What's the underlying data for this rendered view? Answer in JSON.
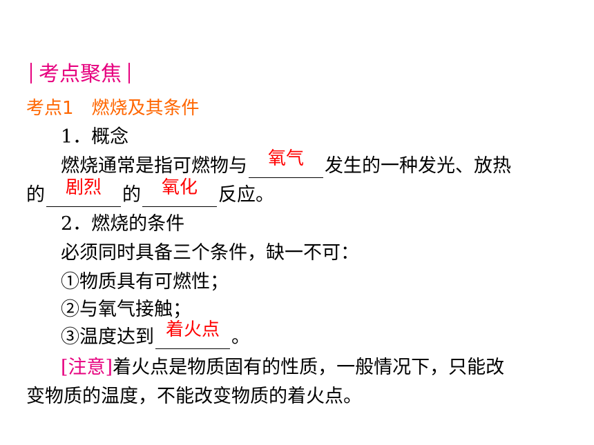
{
  "section_title": "考点聚焦",
  "point_title": "考点1　燃烧及其条件",
  "h1": "1．概念",
  "def_line1": {
    "pre": "燃烧通常是指可燃物与",
    "answer": "氧气",
    "post": "发生的一种发光、放热"
  },
  "def_line2": {
    "pre": "的",
    "answer1": "剧烈",
    "mid": "的",
    "answer2": "氧化",
    "post": "反应。"
  },
  "h2": "2．燃烧的条件",
  "cond_intro": "必须同时具备三个条件，缺一不可：",
  "cond1": "①物质具有可燃性；",
  "cond2": "②与氧气接触；",
  "cond3": {
    "pre": "③温度达到",
    "answer": "着火点",
    "post": "。"
  },
  "note": {
    "label": "[注意]",
    "line1": "着火点是物质固有的性质，一般情况下，只能改",
    "line2": "变物质的温度，不能改变物质的着火点。"
  },
  "colors": {
    "title": "#e6007e",
    "point_title": "#ff6600",
    "answer": "#ff0000"
  }
}
